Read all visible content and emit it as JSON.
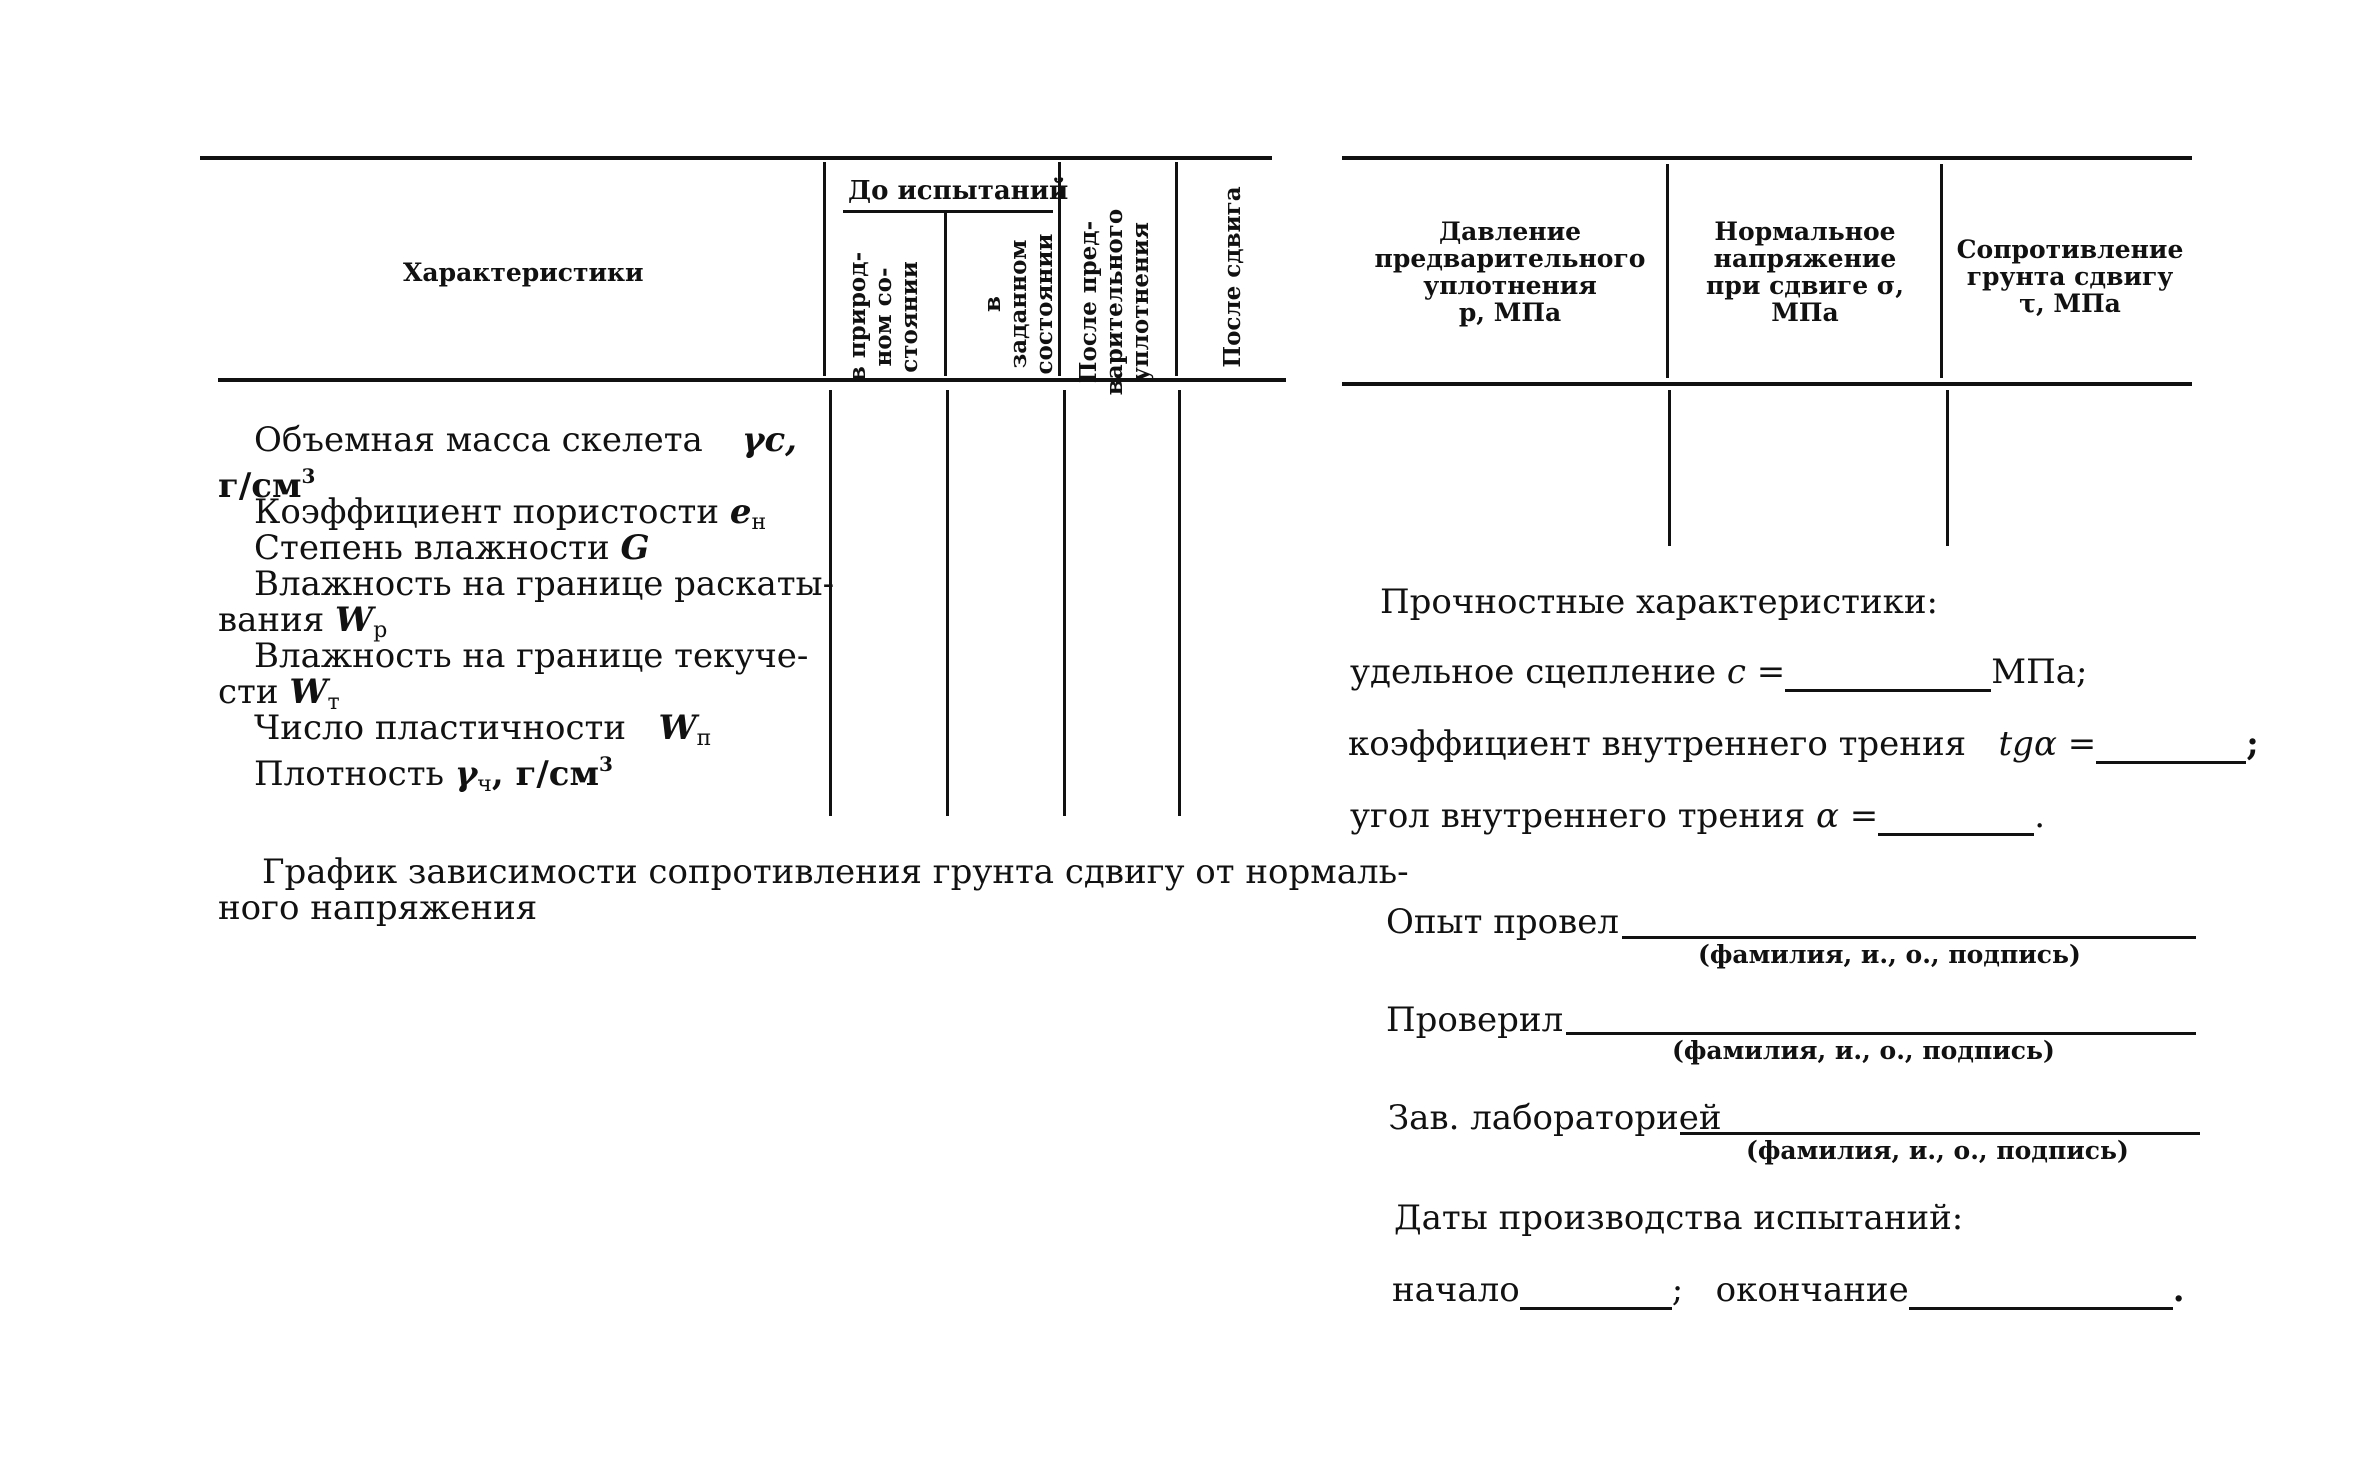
{
  "left_table": {
    "header": {
      "characteristics": "Характеристики",
      "before_tests": "До испытаний",
      "col_natural": "в природ-\nном со-\nстоянии",
      "col_given": "в заданном\nсостоянии",
      "col_after_pre": "После пред-\nварительного\nуплотнения",
      "col_after_shear": "После сдвига"
    },
    "rows": {
      "r1a": "Объемная   масса   скелета",
      "r1sym": "γс,",
      "r1b": "г/см",
      "r1b_sup": "3",
      "r2": "Коэффициент пористости",
      "r2sym": "e",
      "r2sub": "н",
      "r3": "Степень влажности",
      "r3sym": "G",
      "r4a": "Влажность на границе  раскаты-",
      "r4b": "вания",
      "r4sym": "W",
      "r4sub": "р",
      "r5a": "Влажность   на   границе   текуче-",
      "r5b": "сти",
      "r5sym": "W",
      "r5sub": "т",
      "r6": "Число пластичности",
      "r6sym": "W",
      "r6sub": "п",
      "r7": "Плотность",
      "r7sym": "γ",
      "r7sub": "ч",
      "r7unit": ",  г/см",
      "r7sup": "3"
    },
    "graph_caption_1": "График зависимости сопротивления грунта сдвигу от нормаль-",
    "graph_caption_2": "ного напряжения"
  },
  "right_table": {
    "col1": "Давление\nпредварительного\nуплотнения\nр, МПа",
    "col2": "Нормальное\nнапряжение\nпри сдвиге σ,\nМПа",
    "col3": "Сопротивление\nгрунта сдвигу\nτ, МПа"
  },
  "strength": {
    "title": "Прочностные  характеристики:",
    "cohesion_label": "удельное  сцепление",
    "cohesion_sym": "с =",
    "cohesion_unit": "МПа;",
    "friction_coef_label": "коэффициент  внутреннего  трения",
    "friction_coef_sym": "tgα =",
    "friction_coef_end": ";",
    "friction_angle_label": "угол  внутреннего  трения",
    "friction_angle_sym": "α =",
    "friction_angle_end": "."
  },
  "signatures": {
    "performed": "Опыт   провел",
    "checked": "Проверил",
    "head": "Зав. лабораторией",
    "caption": "(фамилия,  и.,  о.,  подпись)"
  },
  "dates": {
    "title": "Даты производства испытаний:",
    "start": "начало",
    "sep": ";",
    "end": "окончание",
    "end_dot": "."
  }
}
